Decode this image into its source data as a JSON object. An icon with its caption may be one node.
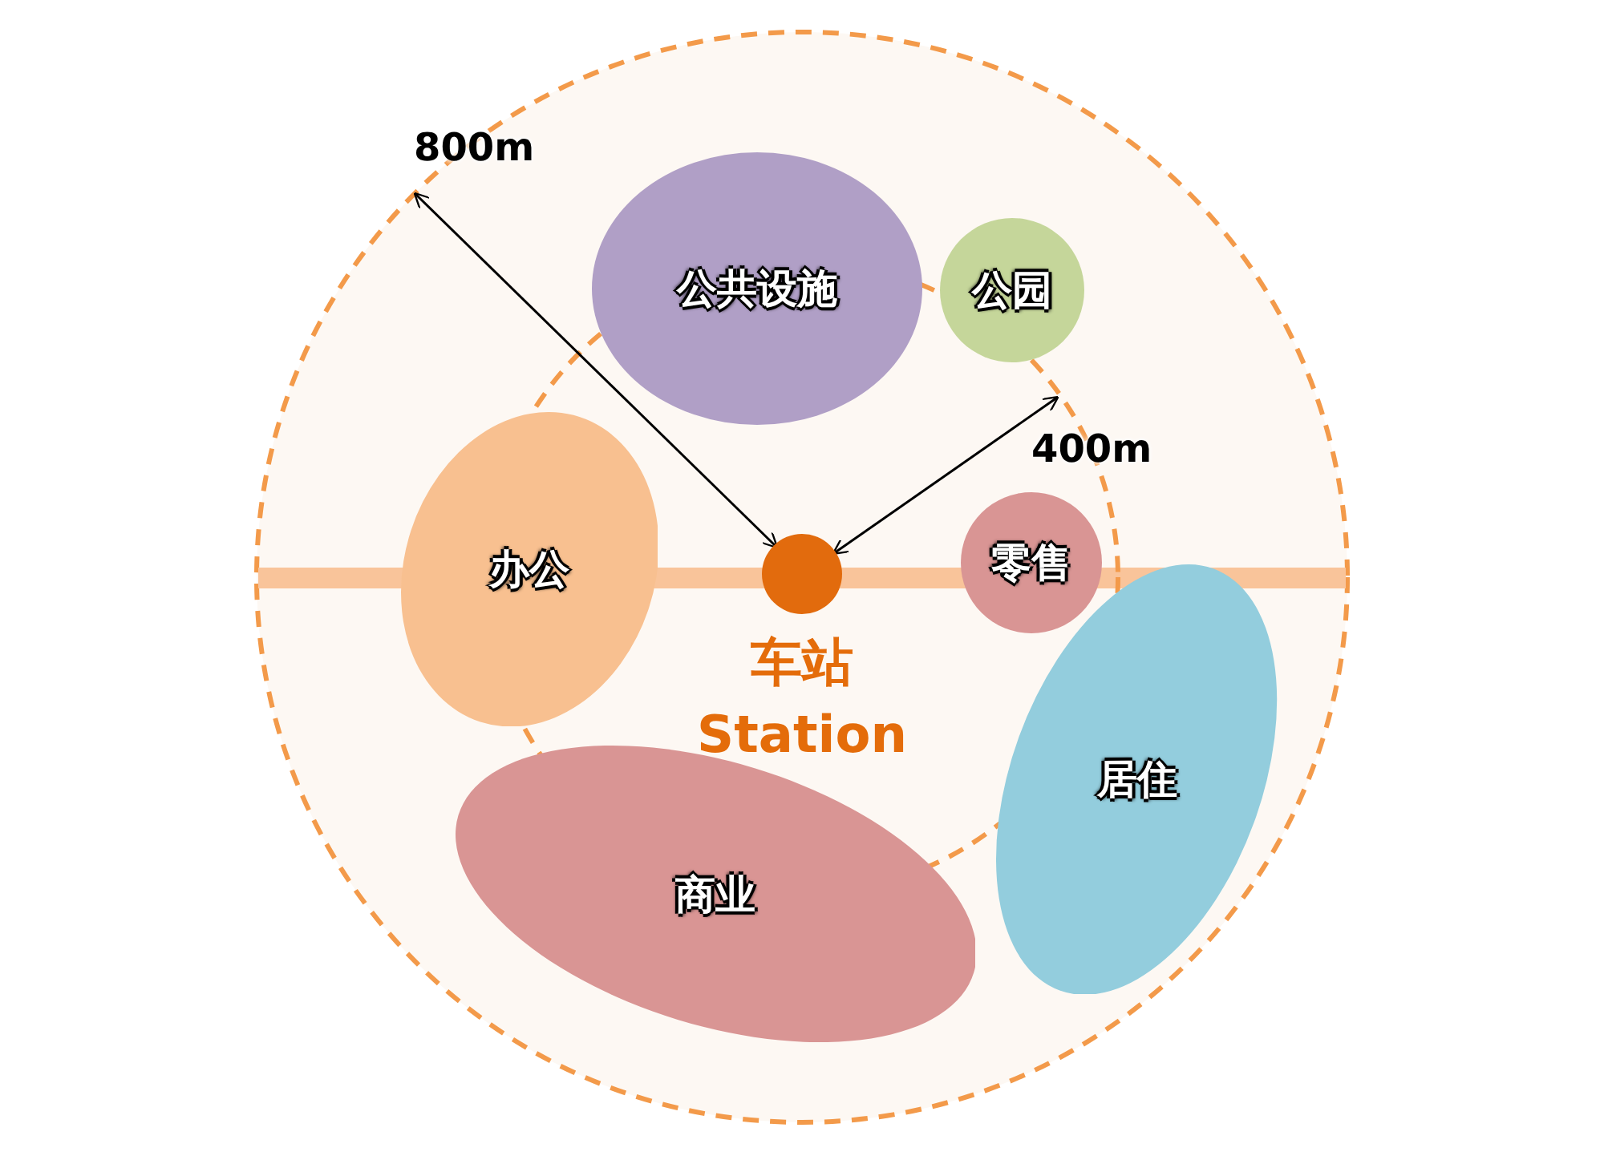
{
  "diagram": {
    "nodes": [
      {
        "text": [
          "公共设施"
        ]
      },
      {
        "text": [
          "公园"
        ]
      },
      {
        "text": [
          "办公"
        ]
      },
      {
        "text": [],
        "shape": "circle",
        "beside": [
          "车站",
          "Station"
        ]
      },
      {
        "text": [
          "零售"
        ]
      },
      {
        "text": [
          "居住"
        ]
      },
      {
        "text": [
          "商业"
        ]
      }
    ],
    "labels": [
      "800m",
      "400m"
    ]
  }
}
